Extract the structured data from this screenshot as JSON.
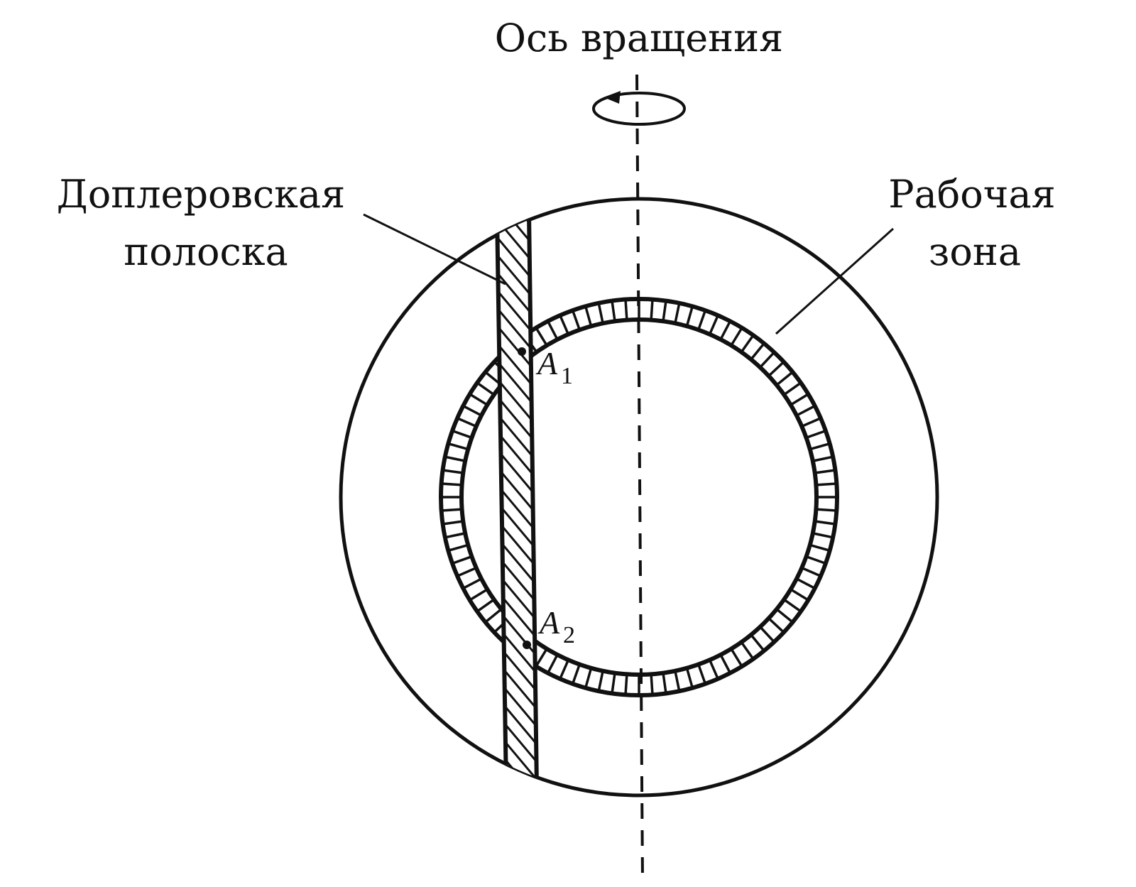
{
  "labels": {
    "axis": "Ось вращения",
    "doppler_line1": "Доплеровская",
    "doppler_line2": "полоска",
    "zone_line1": "Рабочая",
    "zone_line2": "зона",
    "a1_letter": "A",
    "a1_sub": "1",
    "a2_letter": "A",
    "a2_sub": "2"
  },
  "colors": {
    "ink": "#111111",
    "background": "#ffffff"
  },
  "icons": {
    "rotation": "rotation-arrow-icon"
  }
}
